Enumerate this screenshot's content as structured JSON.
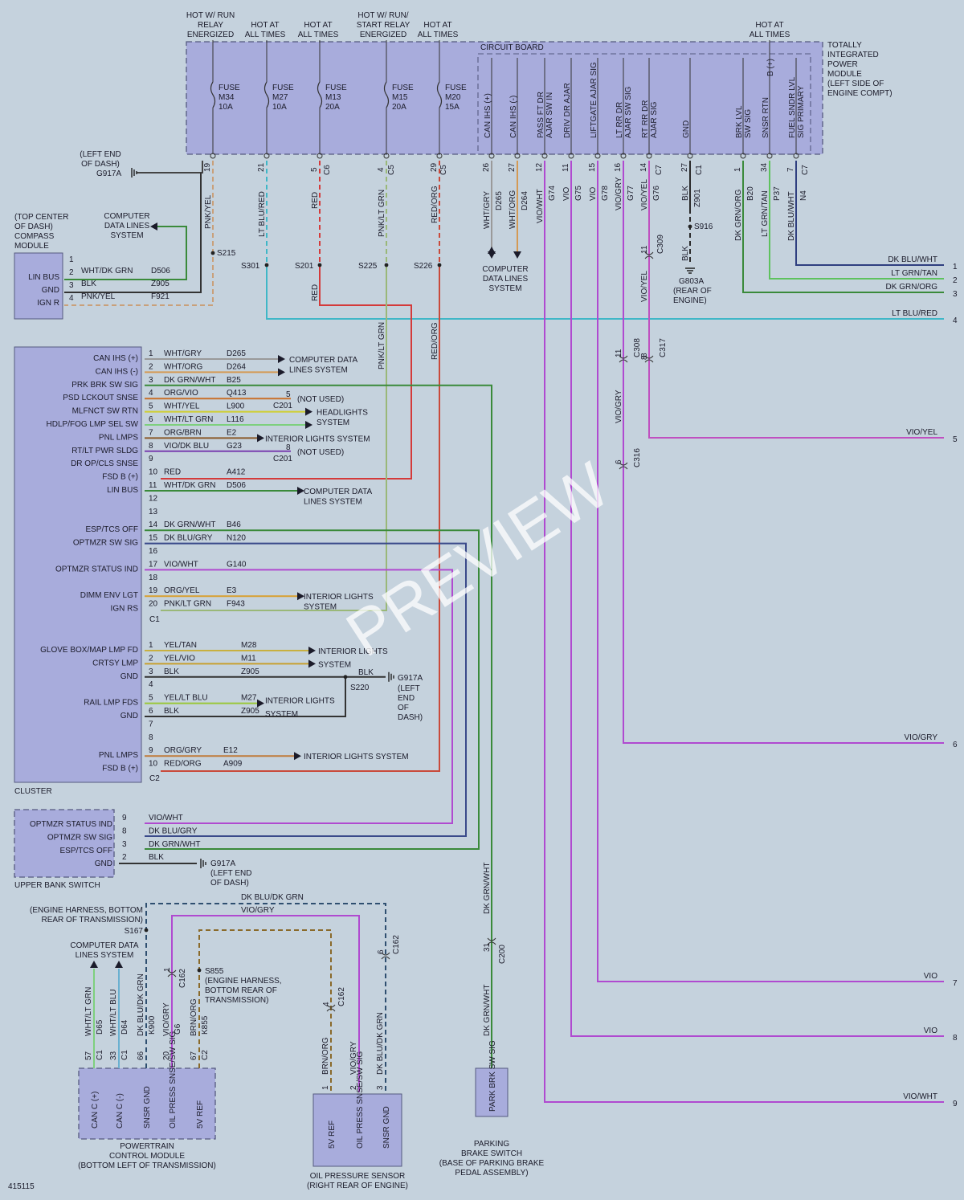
{
  "diagram_id": "415115",
  "watermark": "PREVIEW",
  "colors": {
    "LT BLU/RED": "#3fb7c7",
    "RED": "#d43a3a",
    "PNK/LT GRN": "#9ab878",
    "RED/ORG": "#c94a3a",
    "PNK/YEL": "#c9a07a",
    "WHT/GRY": "#9a9a9a",
    "WHT/ORG": "#d49a55",
    "VIO": "#b04ad0",
    "VIO/GRY": "#b04ad0",
    "VIO/YEL": "#c050c0",
    "BLK": "#2a2a2a",
    "DK GRN/ORG": "#3a8a3a",
    "LT GRN/TAN": "#5ec25e",
    "DK BLU/WHT": "#2f3f80",
    "WHT/DK GRN": "#3a8a3a",
    "DK GRN/WHT": "#3a8a3a",
    "ORG/VIO": "#c9702a",
    "WHT/YEL": "#cfcf30",
    "WHT/LT GRN": "#7ed07e",
    "ORG/BRN": "#8a5a2a",
    "VIO/DK BLU": "#7a3fb0",
    "WHT/DK GRN2": "#3a8a3a",
    "DK BLU/GRY": "#3a4a8a",
    "VIO/WHT": "#b04ad0",
    "ORG/YEL": "#d8a030",
    "YEL/TAN": "#c8b040",
    "YEL/VIO": "#c8a030",
    "YEL/LT BLU": "#9ac83a",
    "ORG/GRY": "#c07a3a",
    "RED/ORG2": "#c94a3a",
    "DK BLU/DK GRN": "#2f4f70",
    "BRN/ORG": "#8a6a2a",
    "WHT/LT BLU": "#6ab0d0",
    "WHT/LT GRN2": "#7ed07e"
  },
  "tipm": {
    "title_lines": [
      "TOTALLY",
      "INTEGRATED",
      "POWER",
      "MODULE",
      "(LEFT SIDE OF",
      "ENGINE COMPT)"
    ],
    "circuit_board": "CIRCUIT BOARD",
    "feeds": [
      {
        "lines": [
          "HOT W/ RUN",
          "RELAY",
          "ENERGIZED"
        ]
      },
      {
        "lines": [
          "HOT AT",
          "ALL TIMES"
        ]
      },
      {
        "lines": [
          "HOT AT",
          "ALL TIMES"
        ]
      },
      {
        "lines": [
          "HOT W/ RUN/",
          "START RELAY",
          "ENERGIZED"
        ]
      },
      {
        "lines": [
          "HOT AT",
          "ALL TIMES"
        ]
      },
      {
        "lines": [
          "HOT AT",
          "ALL TIMES"
        ]
      }
    ],
    "fuses": [
      {
        "lines": [
          "FUSE",
          "M34",
          "10A"
        ]
      },
      {
        "lines": [
          "FUSE",
          "M27",
          "10A"
        ]
      },
      {
        "lines": [
          "FUSE",
          "M13",
          "20A"
        ]
      },
      {
        "lines": [
          "FUSE",
          "M15",
          "20A"
        ]
      },
      {
        "lines": [
          "FUSE",
          "M20",
          "15A"
        ]
      }
    ],
    "pin_labels": [
      "CAN IHS (+)",
      "CAN IHS (-)",
      "PASS FT DR AJAR SW IN",
      "DRIV DR AJAR",
      "LIFTGATE AJAR SIG",
      "LT RR DR AJAR SW SIG",
      "RT RR DR AJAR SIG",
      "GND",
      "BRK LVL SW SIG",
      "SNSR RTN",
      "FUEL SNDR LVL SIG PRIMARY",
      "B (+)"
    ],
    "pins": [
      "19",
      "21",
      "5",
      "4",
      "29",
      "26",
      "27",
      "12",
      "11",
      "15",
      "16",
      "14",
      "27",
      "1",
      "34",
      "7"
    ],
    "connectors": [
      "C6",
      "C5",
      "C5",
      "C7",
      "C1",
      "C7"
    ]
  },
  "wire_labels": [
    "PNK/YEL",
    "LT BLU/RED",
    "RED",
    "PNK/LT GRN",
    "RED/ORG",
    "WHT/GRY",
    "WHT/ORG",
    "VIO/WHT",
    "VIO",
    "VIO",
    "VIO/GRY",
    "VIO/YEL",
    "BLK",
    "DK GRN/ORG",
    "LT GRN/TAN",
    "DK BLU/WHT",
    "RED",
    "PNK/LT GRN",
    "RED/ORG",
    "VIO/GRY",
    "VIO/YEL",
    "BLK",
    "DK GRN/WHT",
    "DK GRN/WHT",
    "DK GRN/WHT"
  ],
  "circuit_ids": [
    "D265",
    "D264",
    "G74",
    "G75",
    "G78",
    "G77",
    "G76",
    "Z901",
    "B20",
    "P37",
    "N4"
  ],
  "splices": [
    "S215",
    "S301",
    "S201",
    "S225",
    "S226",
    "S916",
    "S220",
    "S167",
    "S855"
  ],
  "grounds": [
    {
      "id": "G917A",
      "lines": [
        "(LEFT END",
        "OF DASH)"
      ]
    },
    {
      "id": "G803A",
      "lines": [
        "(REAR OF",
        "ENGINE)"
      ]
    },
    {
      "id": "G917A",
      "lines": [
        "(LEFT",
        "END",
        "OF",
        "DASH)"
      ]
    },
    {
      "id": "G917A",
      "lines": [
        "(LEFT END",
        "OF DASH)"
      ]
    }
  ],
  "right_outputs": [
    {
      "label": "DK BLU/WHT",
      "num": "1"
    },
    {
      "label": "LT GRN/TAN",
      "num": "2"
    },
    {
      "label": "DK GRN/ORG",
      "num": "3"
    },
    {
      "label": "LT BLU/RED",
      "num": "4"
    },
    {
      "label": "VIO/YEL",
      "num": "5"
    },
    {
      "label": "VIO/GRY",
      "num": "6"
    },
    {
      "label": "VIO",
      "num": "7"
    },
    {
      "label": "VIO",
      "num": "8"
    },
    {
      "label": "VIO/WHT",
      "num": "9"
    }
  ],
  "compass": {
    "title_lines": [
      "(TOP CENTER",
      "OF DASH)",
      "COMPASS",
      "MODULE"
    ],
    "pins": [
      {
        "pin": "1",
        "name": "",
        "wire": "",
        "circuit": ""
      },
      {
        "pin": "2",
        "name": "LIN BUS",
        "wire": "WHT/DK GRN",
        "circuit": "D506"
      },
      {
        "pin": "3",
        "name": "GND",
        "wire": "BLK",
        "circuit": "Z905"
      },
      {
        "pin": "4",
        "name": "IGN R",
        "wire": "PNK/YEL",
        "circuit": "F921"
      }
    ],
    "data_lines": [
      "COMPUTER",
      "DATA LINES",
      "SYSTEM"
    ]
  },
  "cluster": {
    "name": "CLUSTER",
    "c1_rows": [
      {
        "pin": "1",
        "name": "CAN IHS (+)",
        "wire": "WHT/GRY",
        "circuit": "D265",
        "dest": "COMPUTER DATA"
      },
      {
        "pin": "2",
        "name": "CAN IHS (-)",
        "wire": "WHT/ORG",
        "circuit": "D264",
        "dest": "LINES SYSTEM"
      },
      {
        "pin": "3",
        "name": "PRK BRK SW SIG",
        "wire": "DK GRN/WHT",
        "circuit": "B25",
        "dest": ""
      },
      {
        "pin": "4",
        "name": "PSD LCKOUT SNSE",
        "wire": "ORG/VIO",
        "circuit": "Q413",
        "dest": "(NOT USED)"
      },
      {
        "pin": "5",
        "name": "MLFNCT SW RTN",
        "wire": "WHT/YEL",
        "circuit": "L900",
        "dest": "HEADLIGHTS"
      },
      {
        "pin": "6",
        "name": "HDLP/FOG LMP SEL SW",
        "wire": "WHT/LT GRN",
        "circuit": "L116",
        "dest": "SYSTEM"
      },
      {
        "pin": "7",
        "name": "PNL LMPS",
        "wire": "ORG/BRN",
        "circuit": "E2",
        "dest": "INTERIOR LIGHTS SYSTEM"
      },
      {
        "pin": "8",
        "name": "RT/LT PWR SLDG",
        "wire": "VIO/DK BLU",
        "circuit": "G23",
        "dest": "(NOT USED)"
      },
      {
        "pin": "9",
        "name": "DR OP/CLS SNSE",
        "wire": "",
        "circuit": "",
        "dest": ""
      },
      {
        "pin": "10",
        "name": "FSD B (+)",
        "wire": "RED",
        "circuit": "A412",
        "dest": ""
      },
      {
        "pin": "11",
        "name": "LIN BUS",
        "wire": "WHT/DK GRN",
        "circuit": "D506",
        "dest": "COMPUTER DATA"
      },
      {
        "pin": "12",
        "name": "",
        "wire": "",
        "circuit": "",
        "dest": "LINES SYSTEM"
      },
      {
        "pin": "13",
        "name": "",
        "wire": "",
        "circuit": "",
        "dest": ""
      },
      {
        "pin": "14",
        "name": "ESP/TCS OFF",
        "wire": "DK GRN/WHT",
        "circuit": "B46",
        "dest": ""
      },
      {
        "pin": "15",
        "name": "OPTMZR SW SIG",
        "wire": "DK BLU/GRY",
        "circuit": "N120",
        "dest": ""
      },
      {
        "pin": "16",
        "name": "",
        "wire": "",
        "circuit": "",
        "dest": ""
      },
      {
        "pin": "17",
        "name": "OPTMZR STATUS IND",
        "wire": "VIO/WHT",
        "circuit": "G140",
        "dest": ""
      },
      {
        "pin": "18",
        "name": "",
        "wire": "",
        "circuit": "",
        "dest": ""
      },
      {
        "pin": "19",
        "name": "DIMM ENV LGT",
        "wire": "ORG/YEL",
        "circuit": "E3",
        "dest": "INTERIOR LIGHTS"
      },
      {
        "pin": "20",
        "name": "IGN RS",
        "wire": "PNK/LT GRN",
        "circuit": "F943",
        "dest": "SYSTEM"
      }
    ],
    "c2_rows": [
      {
        "pin": "1",
        "name": "GLOVE BOX/MAP LMP FD",
        "wire": "YEL/TAN",
        "circuit": "M28",
        "dest": "INTERIOR LIGHTS"
      },
      {
        "pin": "2",
        "name": "CRTSY LMP",
        "wire": "YEL/VIO",
        "circuit": "M11",
        "dest": "SYSTEM"
      },
      {
        "pin": "3",
        "name": "GND",
        "wire": "BLK",
        "circuit": "Z905",
        "dest": ""
      },
      {
        "pin": "4",
        "name": "",
        "wire": "",
        "circuit": "",
        "dest": ""
      },
      {
        "pin": "5",
        "name": "RAIL LMP FDS",
        "wire": "YEL/LT BLU",
        "circuit": "M27",
        "dest": "INTERIOR LIGHTS"
      },
      {
        "pin": "6",
        "name": "GND",
        "wire": "BLK",
        "circuit": "Z905",
        "dest": "SYSTEM"
      },
      {
        "pin": "7",
        "name": "",
        "wire": "",
        "circuit": "",
        "dest": ""
      },
      {
        "pin": "8",
        "name": "",
        "wire": "",
        "circuit": "",
        "dest": ""
      },
      {
        "pin": "9",
        "name": "PNL LMPS",
        "wire": "ORG/GRY",
        "circuit": "E12",
        "dest": "INTERIOR LIGHTS SYSTEM"
      },
      {
        "pin": "10",
        "name": "FSD B (+)",
        "wire": "RED/ORG",
        "circuit": "A909",
        "dest": ""
      }
    ],
    "c201": "C201",
    "c201_pins": [
      "5",
      "8"
    ],
    "c1": "C1",
    "c2": "C2",
    "blk": "BLK"
  },
  "upper_bank": {
    "name": "UPPER BANK SWITCH",
    "rows": [
      {
        "pin": "9",
        "name": "OPTMZR STATUS IND",
        "wire": "VIO/WHT"
      },
      {
        "pin": "8",
        "name": "OPTMZR SW SIG",
        "wire": "DK BLU/GRY"
      },
      {
        "pin": "3",
        "name": "ESP/TCS OFF",
        "wire": "DK GRN/WHT"
      },
      {
        "pin": "2",
        "name": "GND",
        "wire": "BLK"
      }
    ]
  },
  "connectors_misc": {
    "c308": "C308",
    "c308_pin": "11",
    "c317": "C317",
    "c317_pin": "8",
    "c316": "C316",
    "c316_pin": "6",
    "c309": "C309",
    "c309_pins": [
      "11",
      "8"
    ],
    "c200": "C200",
    "c200_pin": "31",
    "c162": "C162",
    "c162_pins": [
      "1",
      "4",
      "6"
    ]
  },
  "pcm": {
    "name_lines": [
      "POWERTRAIN",
      "CONTROL MODULE",
      "(BOTTOM LEFT OF TRANSMISSION)"
    ],
    "pins": [
      {
        "label": "CAN C (+)",
        "pin": "57",
        "wire": "WHT/LT GRN",
        "circuit": "D65",
        "conn": "C1"
      },
      {
        "label": "CAN C (-)",
        "pin": "33",
        "wire": "WHT/LT BLU",
        "circuit": "D64",
        "conn": "C1"
      },
      {
        "label": "SNSR GND",
        "pin": "66",
        "wire": "DK BLU/DK GRN",
        "circuit": "K900",
        "conn": ""
      },
      {
        "label": "OIL PRESS SNSE/SW SIG",
        "pin": "20",
        "wire": "VIO/GRY",
        "circuit": "G6",
        "conn": ""
      },
      {
        "label": "5V REF",
        "pin": "67",
        "wire": "BRN/ORG",
        "circuit": "K855",
        "conn": "C2"
      }
    ],
    "s167_lines": [
      "(ENGINE HARNESS, BOTTOM",
      "REAR OF TRANSMISSION)"
    ],
    "s855_lines": [
      "(ENGINE HARNESS,",
      "BOTTOM REAR OF",
      "TRANSMISSION)"
    ],
    "data_lines": [
      "COMPUTER DATA",
      "LINES SYSTEM"
    ],
    "top_wires": [
      "DK BLU/DK GRN",
      "VIO/GRY"
    ]
  },
  "oil_sensor": {
    "name_lines": [
      "OIL PRESSURE SENSOR",
      "(RIGHT REAR OF ENGINE)"
    ],
    "pins": [
      {
        "label": "5V REF",
        "pin": "1",
        "wire": "BRN/ORG"
      },
      {
        "label": "OIL PRESS SNSE/SW SIG",
        "pin": "2",
        "wire": "VIO/GRY"
      },
      {
        "label": "SNSR GND",
        "pin": "3",
        "wire": "DK BLU/DK GRN"
      }
    ]
  },
  "park_brake": {
    "label": "PARK BRK SW SIG",
    "name_lines": [
      "PARKING",
      "BRAKE SWITCH",
      "(BASE OF PARKING BRAKE",
      "PEDAL ASSEMBLY)"
    ]
  },
  "computer_data_lines_top": [
    "COMPUTER",
    "DATA LINES",
    "SYSTEM"
  ]
}
